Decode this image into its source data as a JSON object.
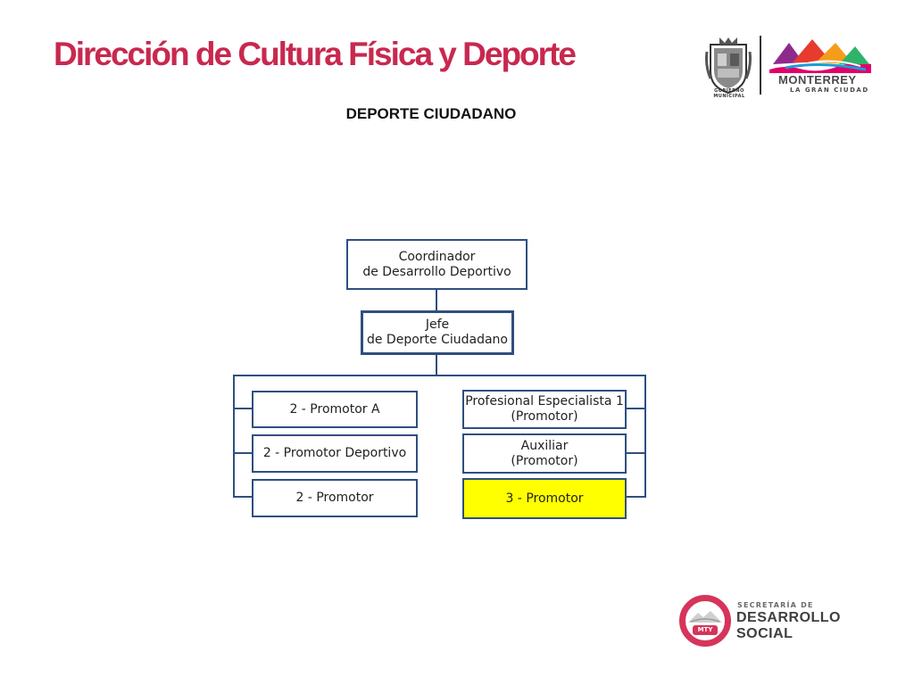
{
  "header": {
    "title": "Dirección de Cultura Física y Deporte",
    "subtitle": "DEPORTE CIUDADANO"
  },
  "logos": {
    "municipal_caption": "GOBIERNO MUNICIPAL",
    "city_name": "MONTERREY",
    "city_tagline": "LA GRAN CIUDAD",
    "secretaria_small": "SECRETARÍA DE",
    "secretaria_line1": "DESARROLLO",
    "secretaria_line2": "SOCIAL",
    "badge": "MTY"
  },
  "org_chart": {
    "top": {
      "line1": "Coordinador",
      "line2": "de Desarrollo Deportivo"
    },
    "head": {
      "line1": "Jefe",
      "line2": "de Deporte Ciudadano"
    },
    "left": [
      "2 - Promotor A",
      "2 - Promotor Deportivo",
      "2 - Promotor"
    ],
    "right": [
      {
        "line1": "Profesional Especialista 1",
        "line2": "(Promotor)"
      },
      {
        "line1": "Auxiliar",
        "line2": "(Promotor)"
      },
      {
        "line1": "3 - Promotor",
        "line2": ""
      }
    ]
  },
  "colors": {
    "title": "#c8284f",
    "box_border": "#2f4f7f",
    "highlight": "#ffff00",
    "accent_pink": "#d6345a"
  }
}
